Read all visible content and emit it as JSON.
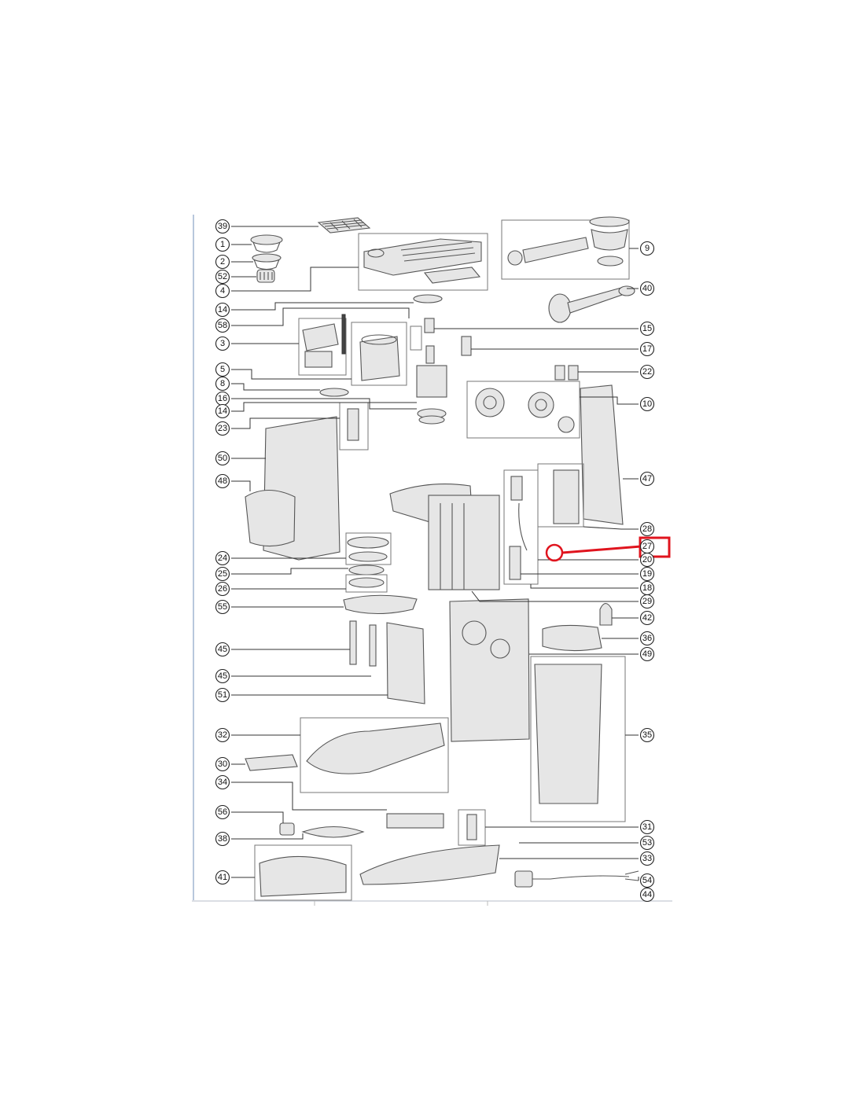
{
  "diagram": {
    "left_labels": [
      "39",
      "1",
      "2",
      "52",
      "4",
      "14",
      "58",
      "3",
      "5",
      "8",
      "16",
      "14",
      "23",
      "50",
      "48",
      "24",
      "25",
      "26",
      "55",
      "45",
      "45",
      "51",
      "32",
      "30",
      "34",
      "56",
      "38",
      "41"
    ],
    "right_labels": [
      "9",
      "40",
      "15",
      "17",
      "22",
      "10",
      "47",
      "28",
      "27",
      "20",
      "19",
      "18",
      "29",
      "42",
      "36",
      "49",
      "35",
      "31",
      "53",
      "33",
      "54",
      "44"
    ],
    "highlight": {
      "label": "27",
      "color": "#e0141e"
    }
  }
}
